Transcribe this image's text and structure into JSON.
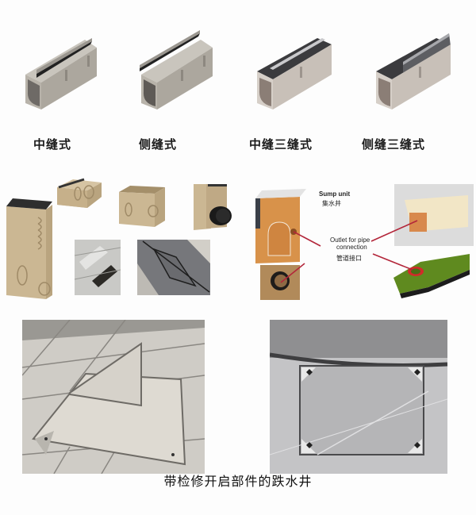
{
  "channel_types": [
    {
      "label": "中缝式",
      "image": "center-slot-drain-channel"
    },
    {
      "label": "侧缝式",
      "image": "side-slot-drain-channel"
    },
    {
      "label": "中缝三缝式",
      "image": "center-triple-slot-drain-channel"
    },
    {
      "label": "侧缝三缝式",
      "image": "side-triple-slot-drain-channel"
    }
  ],
  "sump_diagram": {
    "sump_unit_en": "Sump unit",
    "sump_unit_zh": "集水井",
    "outlet_en_line1": "Outlet for pipe",
    "outlet_en_line2": "connection",
    "outlet_zh": "管道接口"
  },
  "bottom_title": "带检修开启部件的跌水井",
  "colors": {
    "concrete_gray": "#b9b4ac",
    "sand_beige": "#cbb793",
    "orange_unit": "#d8924a",
    "green_unit": "#5f8a1f",
    "pointer_red": "#b3263a"
  }
}
